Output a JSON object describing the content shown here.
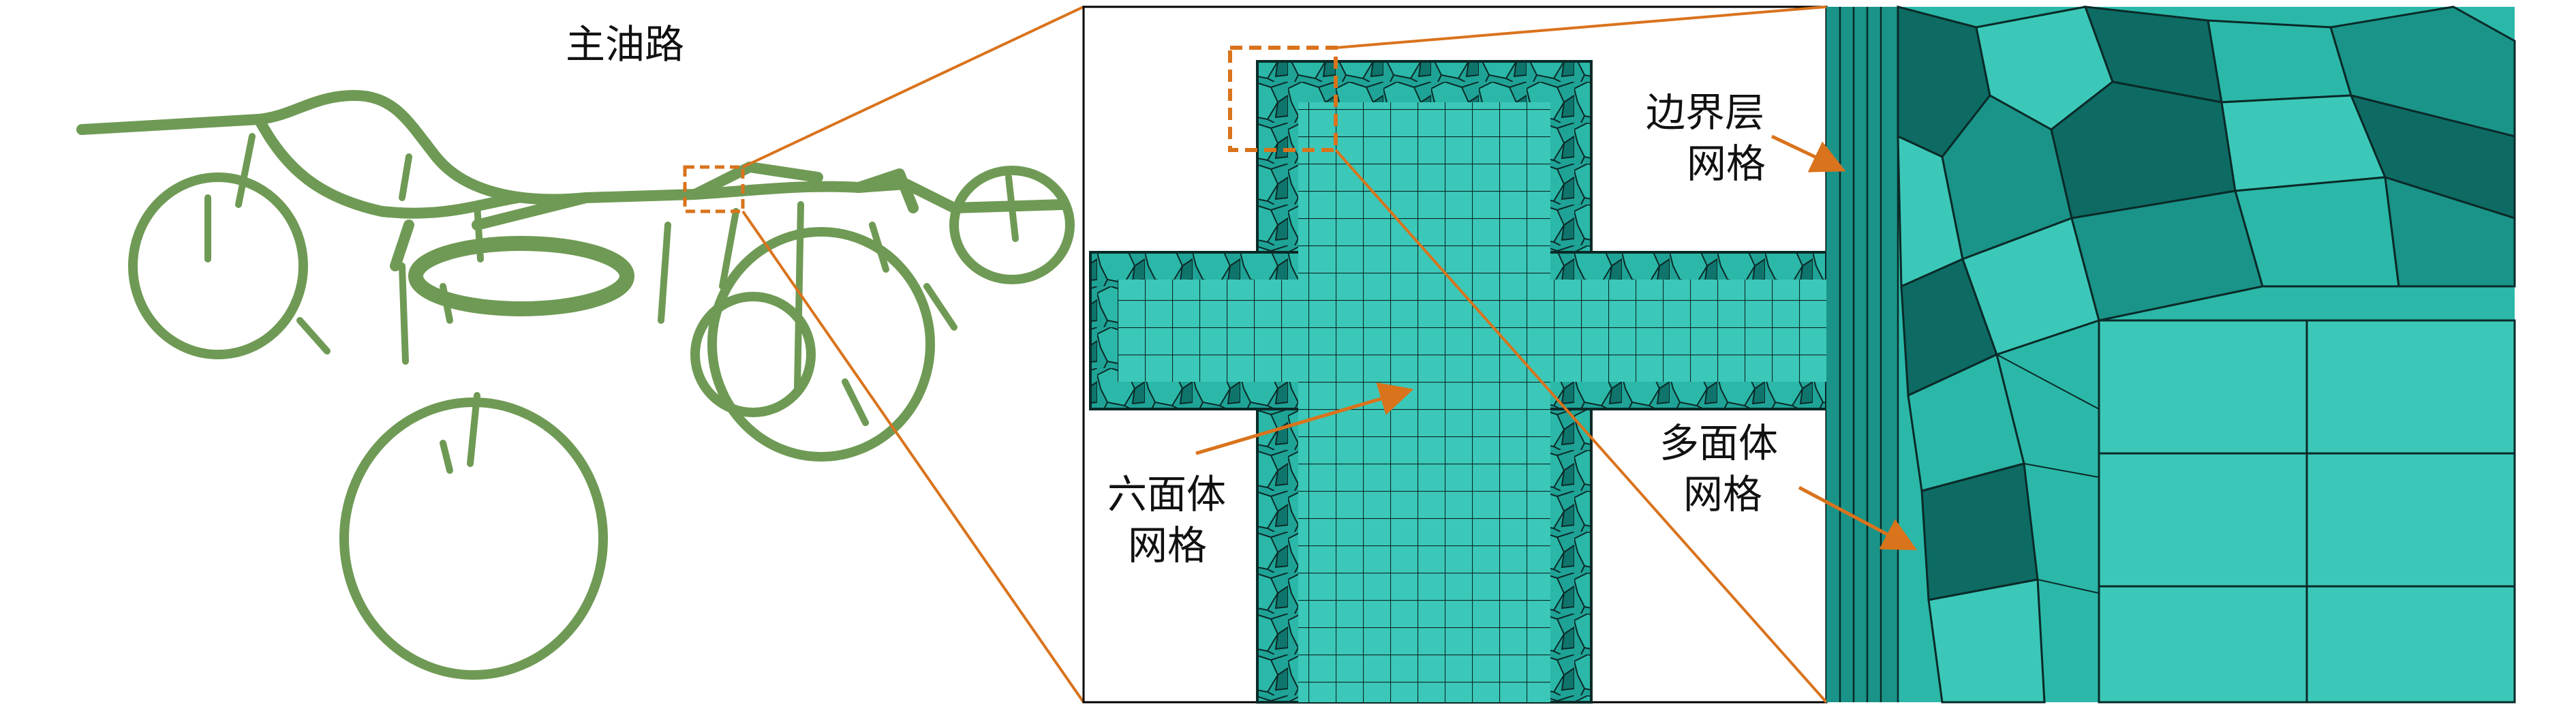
{
  "labels": {
    "main_oil_circuit": "主油路",
    "boundary_layer_line1": "边界层",
    "boundary_layer_line2": "网格",
    "hexahedral_line1": "六面体",
    "hexahedral_line2": "网格",
    "polyhedral_line1": "多面体",
    "polyhedral_line2": "网格"
  },
  "colors": {
    "pipe_fill": "#6f9a55",
    "pipe_stroke": "#4f7a3a",
    "mesh_light": "#3cc8b8",
    "mesh_mid": "#1fa396",
    "mesh_dark": "#0d6b63",
    "mesh_line": "#0a2a28",
    "accent_orange": "#d9731c",
    "frame": "#000000"
  },
  "icons": [
    "arrow-icon",
    "dashed-zoom-box"
  ]
}
